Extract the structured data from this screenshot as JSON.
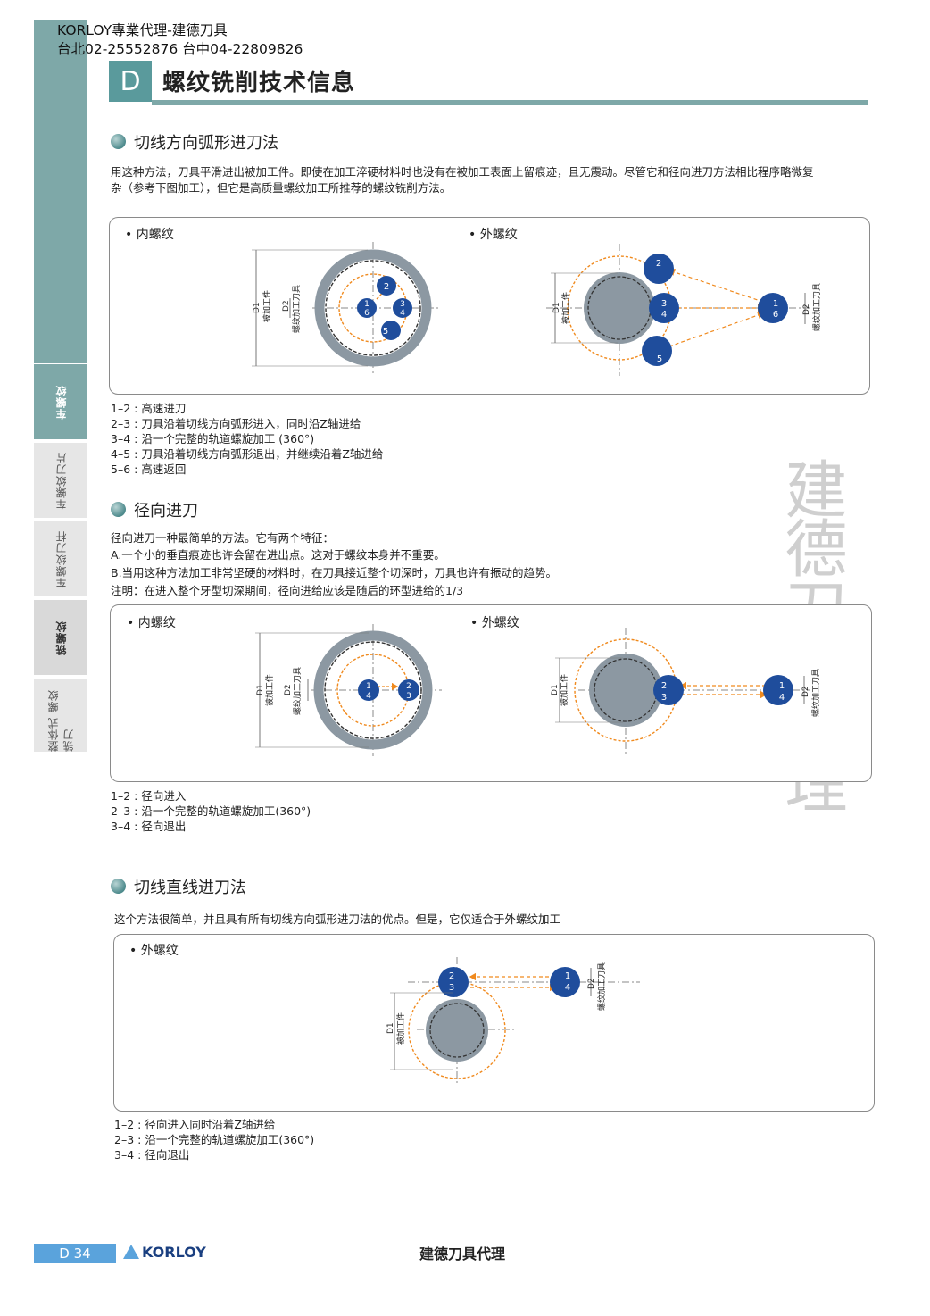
{
  "header": {
    "line1": "KORLOY專業代理-建德刀具",
    "line2": "台北02-25552876 台中04-22809826"
  },
  "chapter": {
    "letter": "D",
    "title": "螺纹铣削技术信息"
  },
  "sidebar": {
    "tabs": [
      {
        "label": "车螺纹",
        "active": true
      },
      {
        "label": "车螺纹刀片"
      },
      {
        "label": "车螺纹刀杆"
      },
      {
        "label": "铣螺纹",
        "bold": true
      },
      {
        "label": "整体式 螺纹铣刀"
      }
    ]
  },
  "labels": {
    "internal": "• 内螺纹",
    "external": "• 外螺纹",
    "d1": "D1",
    "d2": "D2",
    "workpiece": "被加工件",
    "tool": "螺纹加工刀具"
  },
  "section1": {
    "title": "切线方向弧形进刀法",
    "para": [
      "用这种方法，刀具平滑进出被加工件。即使在加工淬硬材料时也没有在被加工表面上留痕迹，且无震动。尽管它和径向进刀方法相比程序略微复",
      "杂（参考下图加工），但它是高质量螺纹加工所推荐的螺纹铣削方法。"
    ],
    "steps": [
      "1–2 : 高速进刀",
      "2–3 : 刀具沿着切线方向弧形进入，同时沿Z轴进给",
      "3–4 : 沿一个完整的轨道螺旋加工 (360°)",
      "4–5 : 刀具沿着切线方向弧形退出，并继续沿着Z轴进给",
      "5–6 : 高速返回"
    ]
  },
  "section2": {
    "title": "径向进刀",
    "para": [
      "径向进刀一种最简单的方法。它有两个特征：",
      "A.一个小的垂直痕迹也许会留在进出点。这对于螺纹本身并不重要。",
      "B.当用这种方法加工非常坚硬的材料时，在刀具接近整个切深时，刀具也许有振动的趋势。",
      "注明：在进入整个牙型切深期间，径向进给应该是随后的环型进给的1/3"
    ],
    "steps": [
      "1–2 : 径向进入",
      "2–3 : 沿一个完整的轨道螺旋加工(360°)",
      "3–4 : 径向退出"
    ]
  },
  "section3": {
    "title": "切线直线进刀法",
    "para": [
      "这个方法很简单，并且具有所有切线方向弧形进刀法的优点。但是，它仅适合于外螺纹加工"
    ],
    "steps": [
      "1–2 : 径向进入同时沿着Z轴进给",
      "2–3 : 沿一个完整的轨道螺旋加工(360°)",
      "3–4 : 径向退出"
    ]
  },
  "watermark": "建德刀具代理",
  "footer": {
    "page": "D 34",
    "brand": "KORLOY",
    "center": "建德刀具代理"
  },
  "colors": {
    "teal": "#7ea8a8",
    "tool_blue": "#1f4d9c",
    "workpiece_gray": "#8c98a2",
    "path_orange": "#f08a1e",
    "page_tag_blue": "#5aa3dc"
  }
}
